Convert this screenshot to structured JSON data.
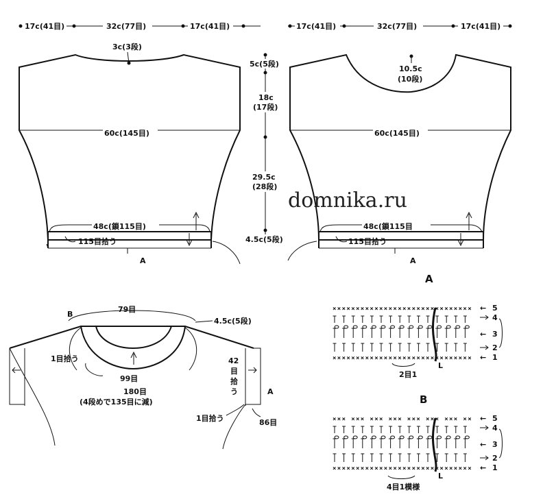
{
  "top_dims": {
    "left_side": "17c(41目)",
    "center": "32c(77目)",
    "right_side": "17c(41目)"
  },
  "back": {
    "neck_depth": "3c(3段)",
    "width": "60c(145目)",
    "hem_width": "48c(鎖115目)",
    "pickup": "115目拾う",
    "pattern_ref": "A"
  },
  "front": {
    "neck_depth_1": "10.5c",
    "neck_depth_2": "(10段)",
    "width": "60c(145目)",
    "hem_width": "48c(鎖115目",
    "pickup": "115目拾う",
    "pattern_ref": "A"
  },
  "center_dims": {
    "shoulder": "5c(5段)",
    "yoke_1": "18c",
    "yoke_2": "(17段)",
    "body_1": "29.5c",
    "body_2": "(28段)",
    "hem": "4.5c(5段)"
  },
  "watermark": "domnika.ru",
  "collar": {
    "top_count": "79目",
    "band": "4.5c(5段)",
    "pattern_ref": "B",
    "pickup_one_left": "1目拾う",
    "inner_count": "99目",
    "total_1": "180目",
    "total_2": "(4段めで135目に減)",
    "sleeve_pickup_1": "42",
    "sleeve_pickup_2": "目",
    "sleeve_pickup_3": "拾",
    "sleeve_pickup_4": "う",
    "sleeve_ref": "A",
    "pickup_one_right": "1目拾う",
    "sleeve_count": "86目"
  },
  "chart_a": {
    "label": "A",
    "repeat": "2目1",
    "rows": [
      "5",
      "4",
      "3",
      "2",
      "1"
    ]
  },
  "chart_b": {
    "label": "B",
    "repeat": "4目1模様",
    "rows": [
      "5",
      "4",
      "3",
      "2",
      "1"
    ]
  },
  "symbols": {
    "sc": "×",
    "ch": "○",
    "arrow": "←",
    "end": "L"
  }
}
